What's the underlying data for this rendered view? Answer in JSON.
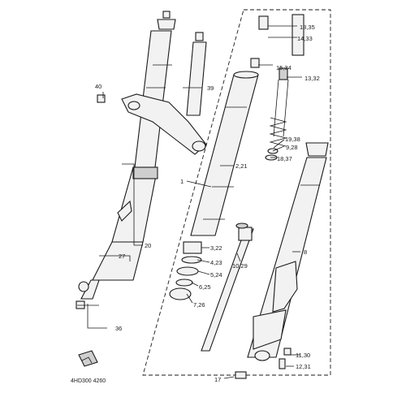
{
  "callouts": {
    "c_18_35": "18,35",
    "c_14_33": "14,33",
    "c_15_34": "15,34",
    "c_13_32": "13,32",
    "c_40": "40",
    "c_39": "39",
    "c_19_38": "19,38",
    "c_9_28": "9,28",
    "c_18_37": "18,37",
    "c_2_21": "2,21",
    "c_1": "1",
    "c_8": "8",
    "c_20": "20",
    "c_3_22": "3,22",
    "c_27": "27",
    "c_4_23": "4,23",
    "c_10_29": "10,29",
    "c_5_24": "5,24",
    "c_6_25": "6,25",
    "c_7_26": "7,26",
    "c_36": "36",
    "c_11_30": "11,30",
    "c_12_31": "12,31",
    "c_17": "17"
  },
  "diagram_code": "4HD300 4260"
}
